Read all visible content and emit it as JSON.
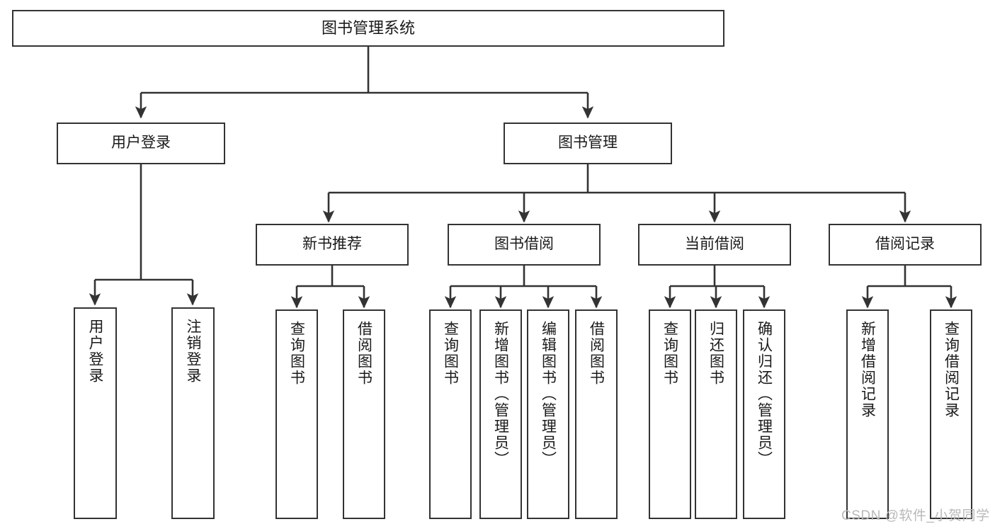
{
  "diagram": {
    "title": "图书管理系统",
    "type": "hierarchy-tree",
    "colors": {
      "stroke": "#333333",
      "fill": "#ffffff",
      "text": "#1a1a1a",
      "watermark": "#b9b9b9"
    },
    "nodes": {
      "root": {
        "label": "图书管理系统"
      },
      "level2": [
        {
          "label": "用户登录"
        },
        {
          "label": "图书管理"
        }
      ],
      "level3": [
        {
          "label": "新书推荐"
        },
        {
          "label": "图书借阅"
        },
        {
          "label": "当前借阅"
        },
        {
          "label": "借阅记录"
        }
      ],
      "leaves_user_login": [
        {
          "label": "用户登录"
        },
        {
          "label": "注销登录"
        }
      ],
      "leaves_new_book": [
        {
          "label": "查询图书"
        },
        {
          "label": "借阅图书"
        }
      ],
      "leaves_borrow": [
        {
          "label": "查询图书"
        },
        {
          "label": "新增图书（管理员）"
        },
        {
          "label": "编辑图书（管理员）"
        },
        {
          "label": "借阅图书"
        }
      ],
      "leaves_current": [
        {
          "label": "查询图书"
        },
        {
          "label": "归还图书"
        },
        {
          "label": "确认归还（管理员）"
        }
      ],
      "leaves_records": [
        {
          "label": "新增借阅记录"
        },
        {
          "label": "查询借阅记录"
        }
      ]
    },
    "watermark": "CSDN @软件_小贺同学"
  }
}
